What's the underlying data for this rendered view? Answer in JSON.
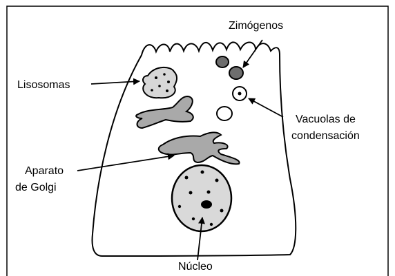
{
  "diagram": {
    "labels": {
      "zimogenos": "Zimógenos",
      "lisosomas": "Lisosomas",
      "vacuolas_line1": "Vacuolas de",
      "vacuolas_line2": "condensación",
      "golgi_line1": "Aparato",
      "golgi_line2": "de Golgi",
      "nucleo": "Núcleo"
    },
    "colors": {
      "outline": "#000000",
      "zymogen_fill": "#6e6e6e",
      "organelle_fill": "#a9a9a9",
      "lysosome_fill": "#d7d7d7",
      "nucleus_fill": "#d9d9d9",
      "vacuole_fill": "#ffffff"
    }
  }
}
